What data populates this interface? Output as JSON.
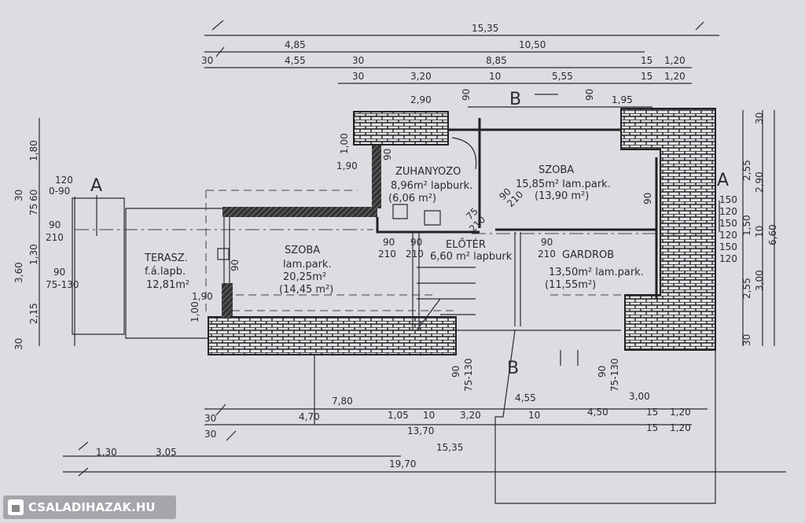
{
  "rooms": {
    "zuhanyozo": {
      "name": "ZUHANYOZO",
      "area": "8,96m² lapburk.",
      "net": "(6,06 m²)"
    },
    "szoba_right": {
      "name": "SZOBA",
      "area": "15,85m² lam.park.",
      "net": "(13,90 m²)"
    },
    "eloter": {
      "name": "ELŐTÉR",
      "area": "6,60 m² lapburk"
    },
    "gardrob": {
      "name": "GARDROB",
      "area": "13,50m² lam.park.",
      "net": "(11,55m²)"
    },
    "terasz": {
      "name": "TERASZ.",
      "floor": "f.á.lapb.",
      "area": "12,81m²"
    },
    "szoba_left": {
      "name": "SZOBA",
      "floor": "lam.park.",
      "area": "20,25m²",
      "net": "(14,45 m²)"
    }
  },
  "sections": {
    "a": "A",
    "b": "B"
  },
  "dims_top": [
    "15,35",
    "4,85",
    "10,50",
    "30",
    "4,55",
    "30",
    "8,85",
    "15",
    "1,20",
    "30",
    "3,20",
    "10",
    "5,55",
    "15",
    "1,20",
    "2,90",
    "90",
    "90",
    "1,95",
    "1,00",
    "1,90",
    "90"
  ],
  "dims_left": [
    "1,80",
    "120",
    "0-90",
    "30",
    "60",
    "75",
    "90",
    "210",
    "1,30",
    "3,60",
    "90",
    "75-130",
    "2,15",
    "30",
    "1,90",
    "1,00",
    "90"
  ],
  "dims_right": [
    "150",
    "120",
    "150",
    "120",
    "150",
    "120",
    "2,55",
    "2,90",
    "6,60",
    "1,50",
    "10",
    "2,55",
    "3,00",
    "30",
    "30",
    "90"
  ],
  "doors": [
    "90",
    "210",
    "90",
    "210",
    "90",
    "210",
    "75",
    "210",
    "90",
    "210"
  ],
  "dims_bottom": [
    "90",
    "75-130",
    "90",
    "75-130",
    "7,80",
    "4,55",
    "3,00",
    "30",
    "4,70",
    "1,05",
    "10",
    "3,20",
    "10",
    "4,50",
    "15",
    "1,20",
    "30",
    "13,70",
    "15",
    "1,20",
    "15,35",
    "1,30",
    "3,05",
    "19,70"
  ],
  "watermark": "CSALADIHAZAK.HU"
}
